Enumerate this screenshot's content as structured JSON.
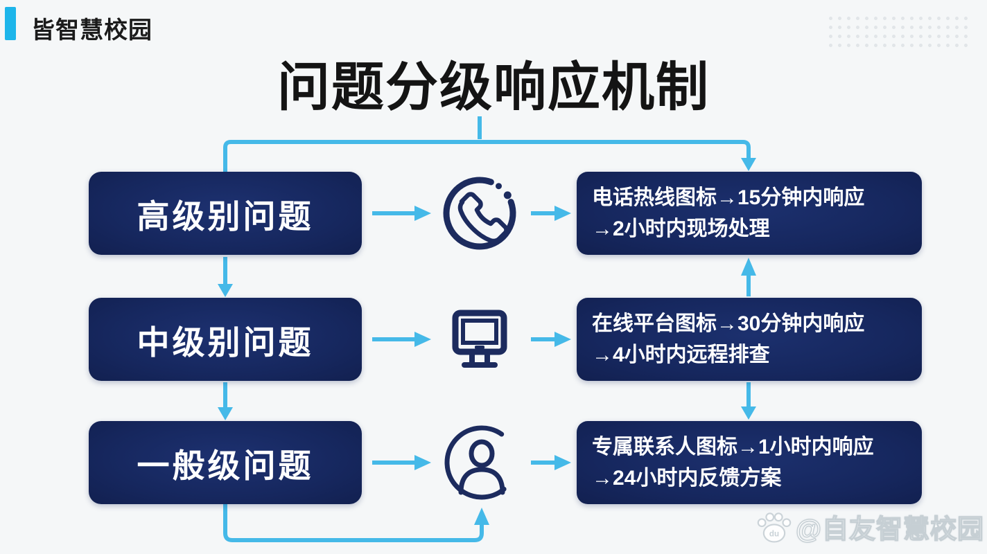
{
  "brand": {
    "logo_text": "皆智慧校园"
  },
  "title": "问题分级响应机制",
  "colors": {
    "accent_cyan": "#1db5ea",
    "arrow_cyan": "#45b9e8",
    "box_navy": "#16275e",
    "icon_navy": "#1c2b5e",
    "background": "#f5f7f8",
    "title_black": "#141414",
    "text_white": "#ffffff"
  },
  "levels": [
    {
      "label": "高级别问题",
      "icon": "phone-icon",
      "response_line1": "电话热线图标→15分钟内响应",
      "response_line2": "→2小时内现场处理"
    },
    {
      "label": "中级别问题",
      "icon": "monitor-icon",
      "response_line1": "在线平台图标→30分钟内响应",
      "response_line2": "→4小时内远程排查"
    },
    {
      "label": "一般级问题",
      "icon": "person-icon",
      "response_line1": "专属联系人图标→1小时内响应",
      "response_line2": "→24小时内反馈方案"
    }
  ],
  "watermark": {
    "icon_label": "du",
    "text": "@自友智慧校园"
  }
}
